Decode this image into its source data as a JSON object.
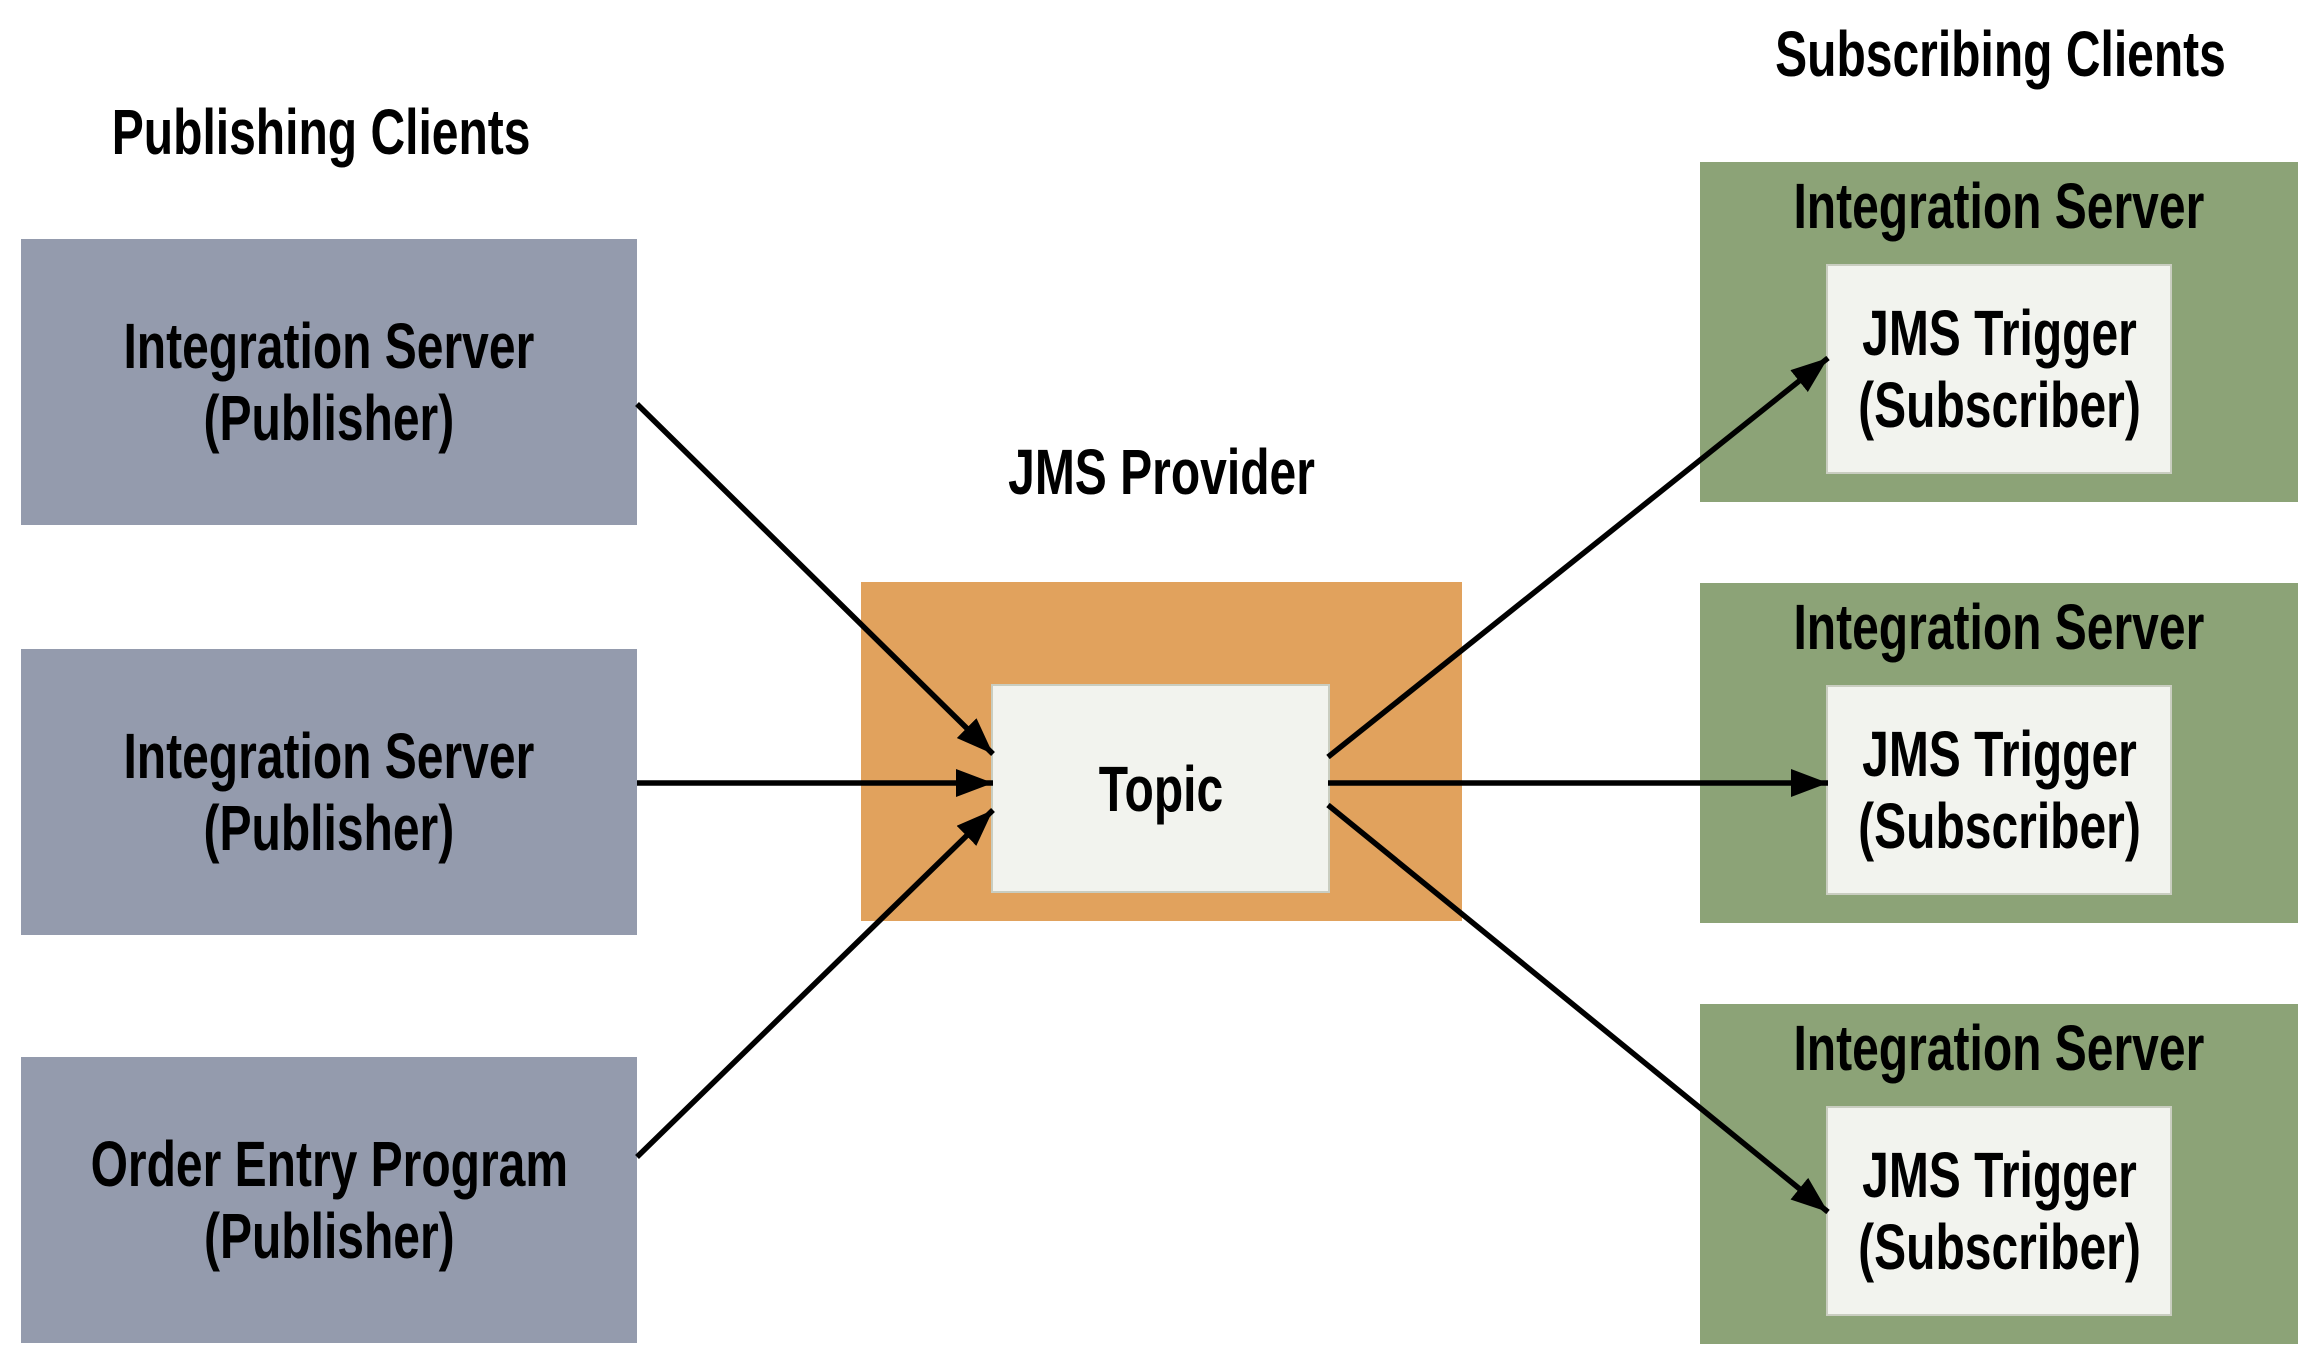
{
  "diagram": {
    "publishing": {
      "heading": "Publishing Clients",
      "boxes": [
        {
          "line1": "Integration Server",
          "line2": "(Publisher)"
        },
        {
          "line1": "Integration Server",
          "line2": "(Publisher)"
        },
        {
          "line1": "Order Entry Program",
          "line2": "(Publisher)"
        }
      ]
    },
    "provider": {
      "heading": "JMS Provider",
      "topic": "Topic"
    },
    "subscribing": {
      "heading": "Subscribing Clients",
      "boxes": [
        {
          "title": "Integration Server",
          "line1": "JMS Trigger",
          "line2": "(Subscriber)"
        },
        {
          "title": "Integration Server",
          "line1": "JMS Trigger",
          "line2": "(Subscriber)"
        },
        {
          "title": "Integration Server",
          "line1": "JMS Trigger",
          "line2": "(Subscriber)"
        }
      ]
    },
    "colors": {
      "background": "#FFFFFF",
      "publisher_box": "#949BAD",
      "provider_box": "#E1A25D",
      "subscriber_box": "#8CA377",
      "inner_box": "#F2F3EE",
      "inner_box_border": "#C9CDC0",
      "arrow": "#000000",
      "text": "#000000"
    }
  }
}
